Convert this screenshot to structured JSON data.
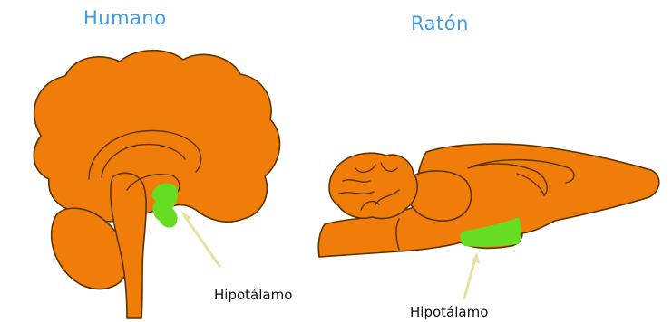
{
  "titles": {
    "human": "Humano",
    "mouse": "Ratón"
  },
  "labels": {
    "human_hypothalamus": "Hipotálamo",
    "mouse_hypothalamus": "Hipotálamo"
  },
  "colors": {
    "title": "#3b9ce8",
    "brain_fill": "#f07d0a",
    "brain_outline": "#5a3300",
    "hypothalamus": "#66dd22",
    "pointer": "#e8e0a0"
  }
}
